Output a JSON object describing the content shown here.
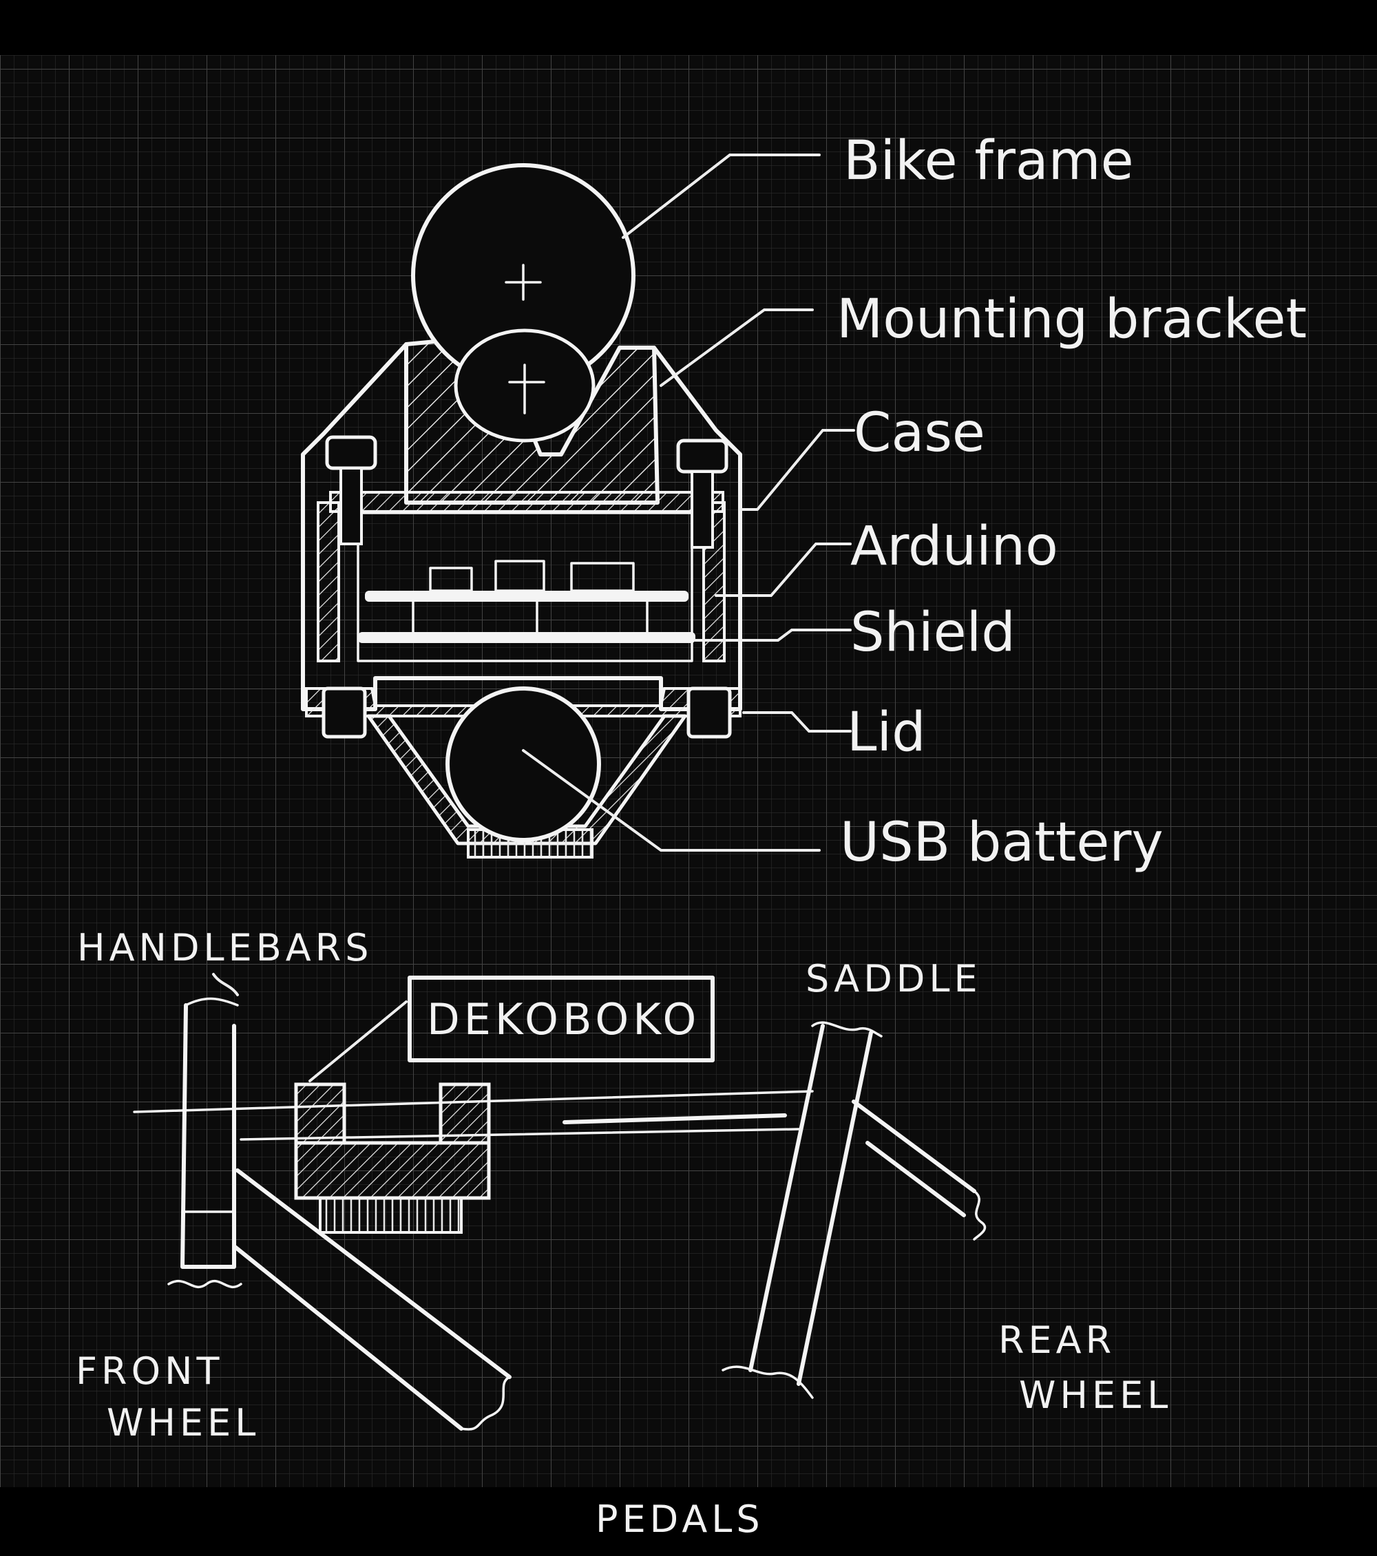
{
  "cross_section": {
    "labels": {
      "bike_frame": "Bike frame",
      "mounting_bracket": "Mounting bracket",
      "case": "Case",
      "arduino": "Arduino",
      "shield": "Shield",
      "lid": "Lid",
      "usb_battery": "USB battery"
    }
  },
  "side_view": {
    "labels": {
      "handlebars": "HANDLEBARS",
      "device": "DEKOBOKO",
      "saddle": "SADDLE",
      "front_wheel_line1": "FRONT",
      "front_wheel_line2": "WHEEL",
      "rear_wheel_line1": "REAR",
      "rear_wheel_line2": "WHEEL",
      "pedals": "PEDALS"
    }
  },
  "colors": {
    "background": "#000000",
    "grid_paper": "#0d0d0d",
    "grid_line": "#3a3a3a",
    "ink": "#f4f4f4"
  }
}
